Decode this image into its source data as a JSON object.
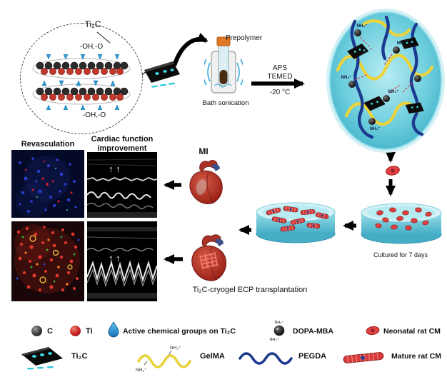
{
  "labels": {
    "ti2c": "Ti₂C",
    "oh_top": "-OH,-O",
    "oh_bottom": "-OH,-O",
    "prepolymer": "Prepolymer",
    "bath_sonication": "Bath sonication",
    "aps": "APS",
    "temed": "TEMED",
    "temperature": "-20 °C",
    "mi": "MI",
    "cultured": "Cultured for 7 days",
    "transplantation": "Ti₂C-cryogel ECP transplantation",
    "revasculation": "Revasculation",
    "cardiac_function": "Cardiac function improvement",
    "up_arrows": "↑ ↑"
  },
  "network": {
    "nh3": "NH₃⁺"
  },
  "legend": {
    "c": "C",
    "ti": "Ti",
    "active_groups": "Active chemical groups on Ti₂C",
    "dopa_mba": "DOPA-MBA",
    "neonatal_cm": "Neonatal rat CM",
    "ti2c": "Ti₂C",
    "gelma": "GelMA",
    "pegda": "PEGDA",
    "mature_cm": "Mature rat CM",
    "nh3": "NH₃⁺"
  },
  "colors": {
    "cryogel_teal": "#45aec6",
    "gelma_yellow": "#ecd338",
    "pegda_blue": "#1c3a8f",
    "cell_red": "#d93a3a",
    "ti2c_black": "#0b0b0b",
    "ti_red": "#c62020",
    "carbon_gray": "#333333",
    "active_group_blue": "#2a9fd8"
  }
}
